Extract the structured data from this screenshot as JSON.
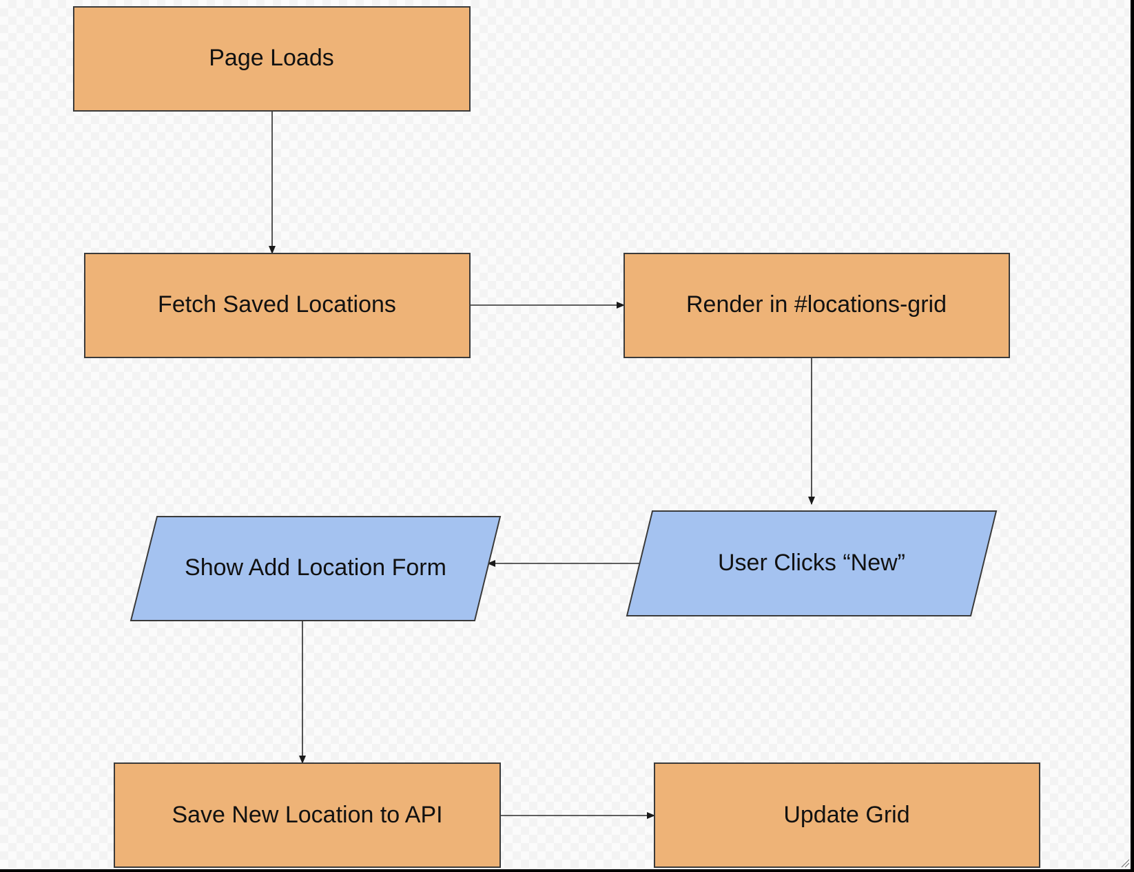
{
  "diagram": {
    "type": "flowchart",
    "colors": {
      "process_fill": "#eeb377",
      "io_fill": "#a4c2f0",
      "stroke": "#3a3a3a"
    },
    "nodes": [
      {
        "id": "page-loads",
        "label": "Page Loads",
        "shape": "rectangle"
      },
      {
        "id": "fetch-saved-locations",
        "label": "Fetch Saved Locations",
        "shape": "rectangle"
      },
      {
        "id": "render-grid",
        "label": "Render in #locations-grid",
        "shape": "rectangle"
      },
      {
        "id": "user-clicks-new",
        "label": "User Clicks “New”",
        "shape": "parallelogram"
      },
      {
        "id": "show-add-form",
        "label": "Show Add Location Form",
        "shape": "parallelogram"
      },
      {
        "id": "save-new-location",
        "label": "Save New Location to API",
        "shape": "rectangle"
      },
      {
        "id": "update-grid",
        "label": "Update Grid",
        "shape": "rectangle"
      }
    ],
    "edges": [
      {
        "from": "page-loads",
        "to": "fetch-saved-locations"
      },
      {
        "from": "fetch-saved-locations",
        "to": "render-grid"
      },
      {
        "from": "render-grid",
        "to": "user-clicks-new"
      },
      {
        "from": "user-clicks-new",
        "to": "show-add-form"
      },
      {
        "from": "show-add-form",
        "to": "save-new-location"
      },
      {
        "from": "save-new-location",
        "to": "update-grid"
      }
    ]
  }
}
